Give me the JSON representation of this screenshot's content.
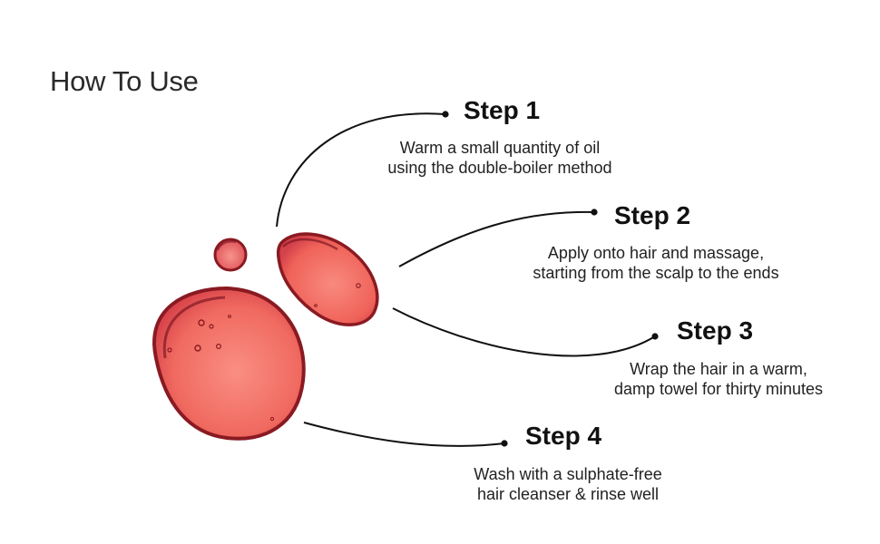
{
  "title": "How To Use",
  "steps": [
    {
      "title": "Step 1",
      "lines": [
        "Warm a small quantity of oil",
        "using the double-boiler method"
      ]
    },
    {
      "title": "Step 2",
      "lines": [
        "Apply onto hair and massage,",
        "starting from the scalp to the ends"
      ]
    },
    {
      "title": "Step 3",
      "lines": [
        "Wrap the hair in a warm,",
        "damp towel for thirty minutes"
      ]
    },
    {
      "title": "Step 4",
      "lines": [
        "Wash with a sulphate-free",
        "hair cleanser & rinse well"
      ]
    }
  ],
  "colors": {
    "oil_light": "#f98a7e",
    "oil_mid": "#ee5a52",
    "oil_rim": "#8a1a22",
    "line": "#111111"
  },
  "icons": [
    "large-oil-drop-icon",
    "medium-oil-drop-icon",
    "small-oil-drop-icon"
  ]
}
